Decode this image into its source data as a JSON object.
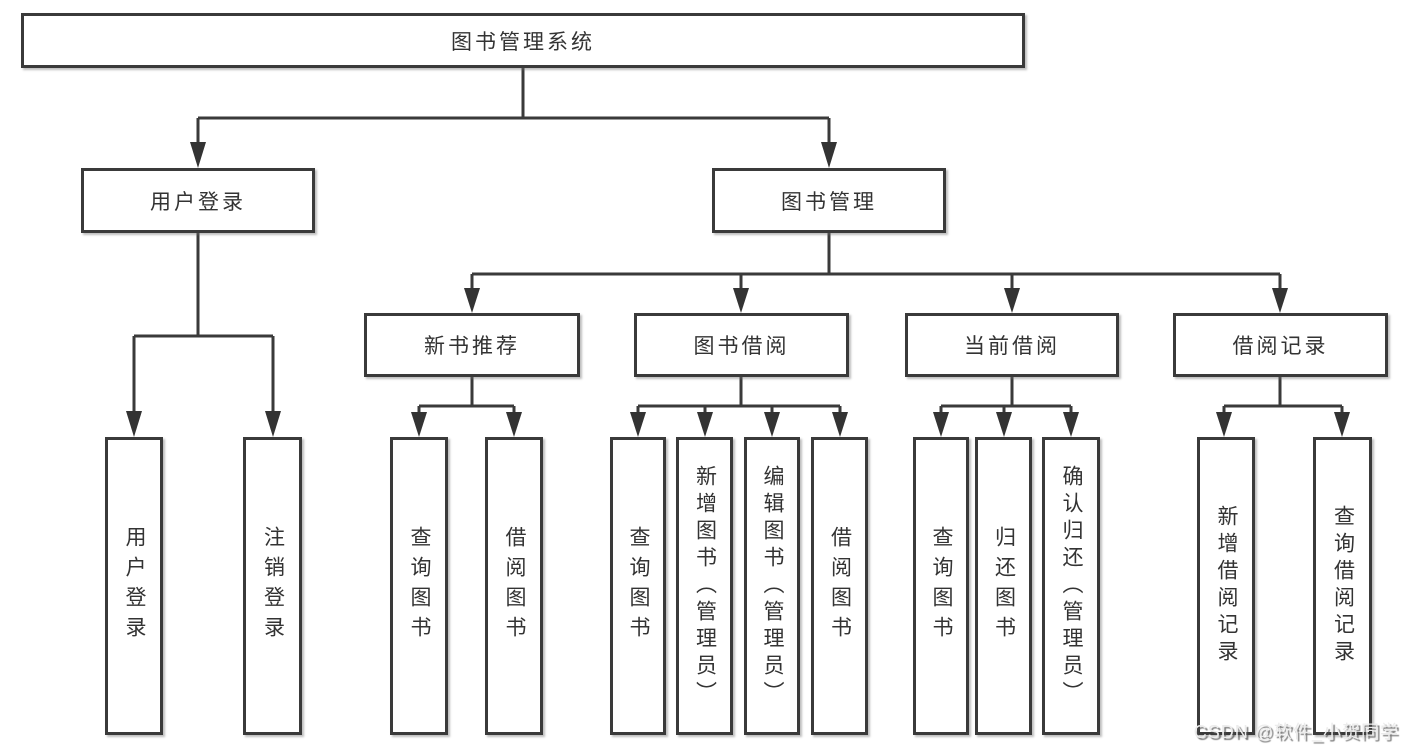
{
  "diagram_type": "hierarchy-tree",
  "tree": {
    "root": {
      "label": "图书管理系统"
    },
    "branches": [
      {
        "label": "用户登录",
        "children": [
          {
            "label": "用户登录"
          },
          {
            "label": "注销登录"
          }
        ]
      },
      {
        "label": "图书管理",
        "groups": [
          {
            "label": "新书推荐",
            "children": [
              {
                "label": "查询图书"
              },
              {
                "label": "借阅图书"
              }
            ]
          },
          {
            "label": "图书借阅",
            "children": [
              {
                "label": "查询图书"
              },
              {
                "label": "新增图书（管理员）"
              },
              {
                "label": "编辑图书（管理员）"
              },
              {
                "label": "借阅图书"
              }
            ]
          },
          {
            "label": "当前借阅",
            "children": [
              {
                "label": "查询图书"
              },
              {
                "label": "归还图书"
              },
              {
                "label": "确认归还（管理员）"
              }
            ]
          },
          {
            "label": "借阅记录",
            "children": [
              {
                "label": "新增借阅记录"
              },
              {
                "label": "查询借阅记录"
              }
            ]
          }
        ]
      }
    ]
  },
  "watermark": {
    "text": "CSDN @软件_小贺同学"
  },
  "colors": {
    "line": "#3a3a3a",
    "border": "#3a3a3a",
    "text": "#333333",
    "box_fill": "#ffffff",
    "background": "#ffffff",
    "watermark_text": "#ececec"
  }
}
